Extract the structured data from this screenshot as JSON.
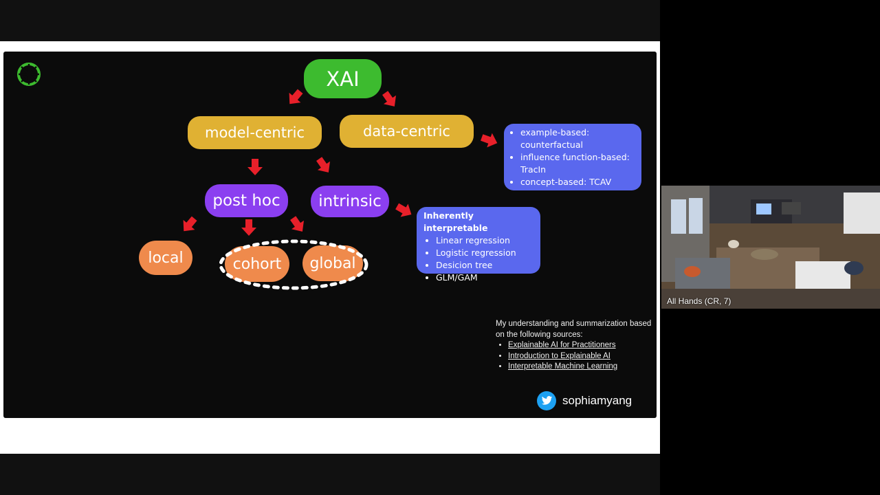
{
  "slide": {
    "nodes": {
      "xai": "XAI",
      "model_centric": "model-centric",
      "data_centric": "data-centric",
      "post_hoc": "post hoc",
      "intrinsic": "intrinsic",
      "local": "local",
      "cohort": "cohort",
      "global": "global"
    },
    "data_centric_box": {
      "items": [
        "example-based: counterfactual",
        "influence function-based: TracIn",
        "concept-based: TCAV"
      ]
    },
    "intrinsic_box": {
      "header": "Inherently interpretable",
      "items": [
        "Linear regression",
        "Logistic regression",
        "Desicion tree",
        "GLM/GAM"
      ]
    },
    "sources": {
      "intro": "My understanding and summarization based on the following sources:",
      "links": [
        "Explainable AI for Practitioners",
        "Introduction to Explainable AI",
        "Interpretable Machine Learning"
      ]
    },
    "twitter_handle": "sophiamyang"
  },
  "video_tile": {
    "label": "All Hands (CR, 7)"
  },
  "colors": {
    "green": "#3dbb2f",
    "gold": "#e0b133",
    "purple": "#8b3ff0",
    "orange": "#ef8a4c",
    "blue": "#5a68ee",
    "arrow_red": "#e8202a",
    "twitter_blue": "#1da1f2"
  }
}
